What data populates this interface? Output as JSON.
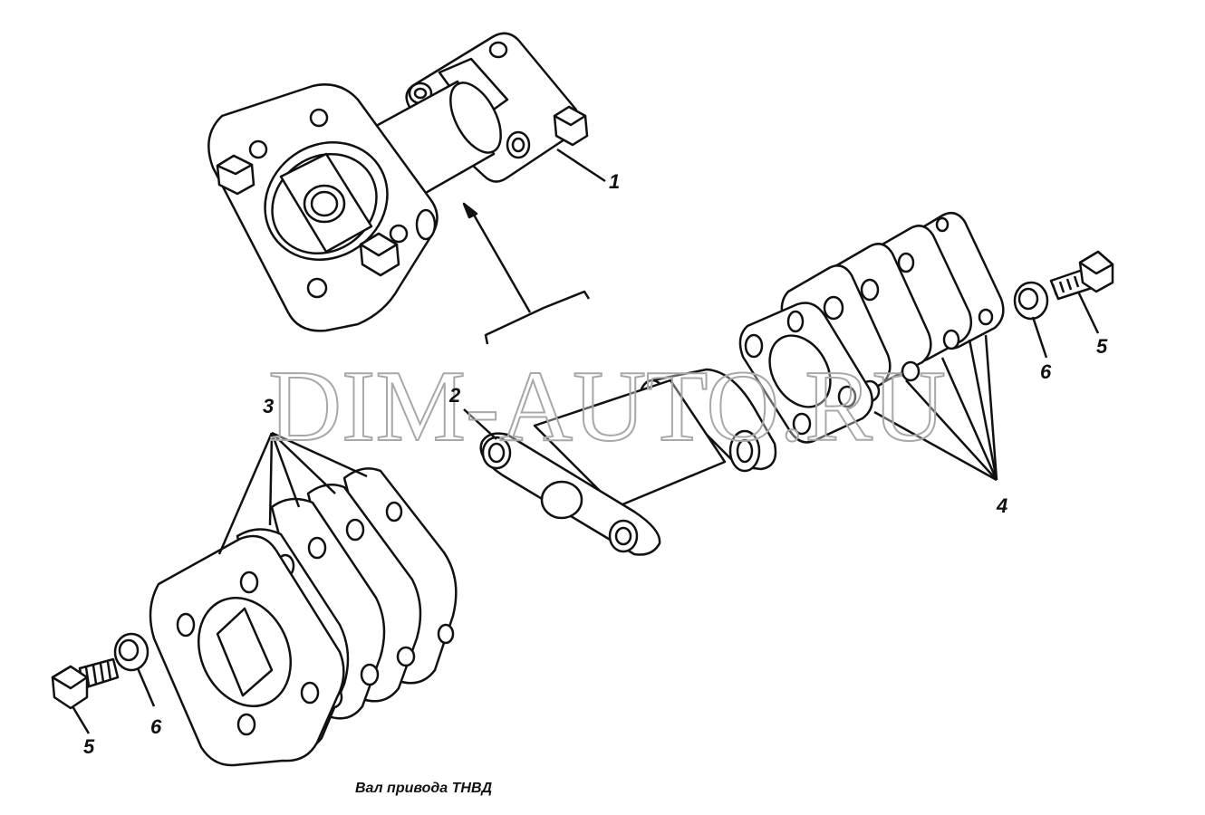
{
  "watermark": "DIM-AUTO.RU",
  "caption": "Вал привода ТНВД",
  "callouts": {
    "c1": "1",
    "c2": "2",
    "c3": "3",
    "c4": "4",
    "c5a": "5",
    "c5b": "5",
    "c6a": "6",
    "c6b": "6"
  },
  "colors": {
    "line": "#111111",
    "watermark_fill": "#ffffff",
    "watermark_stroke": "#b0b0b0"
  }
}
